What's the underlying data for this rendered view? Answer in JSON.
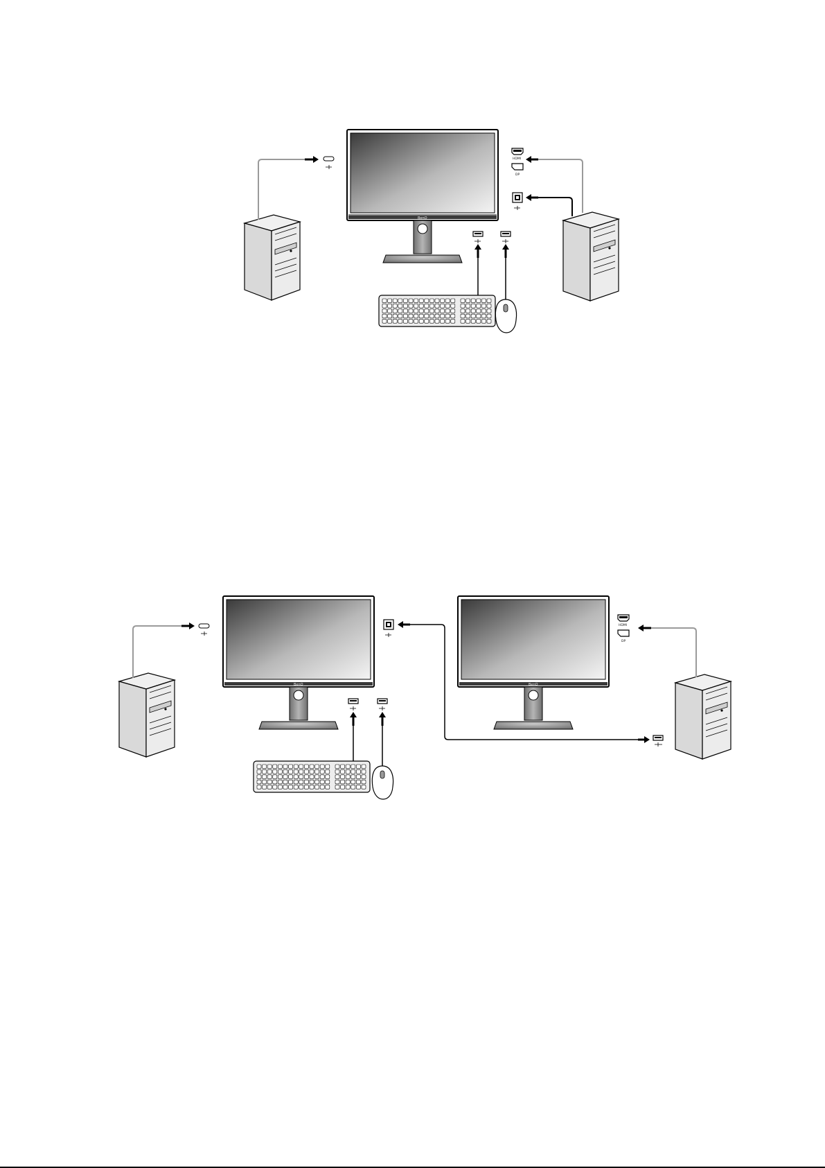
{
  "colors": {
    "line": "#000000",
    "cable_gray": "#9a9a9a",
    "screen_dark": "#3e3e3e",
    "screen_light": "#f2f2f2",
    "case_light": "#e8e8e8",
    "case_side": "#c9c9c9",
    "stand": "#8c8c8c"
  },
  "icons": {
    "monitor": "monitor-icon",
    "pc": "desktop-tower-icon",
    "keyboard": "keyboard-icon",
    "mouse": "mouse-icon",
    "usb_c": "usb-c-port-icon",
    "usb_a": "usb-a-port-icon",
    "usb_b": "usb-b-port-icon",
    "hdmi": "hdmi-port-icon",
    "displayport": "displayport-port-icon",
    "arrow": "arrow-icon"
  },
  "labels": {
    "brand": "BenQ",
    "hdmi": "HDMI",
    "dp": "DP"
  }
}
